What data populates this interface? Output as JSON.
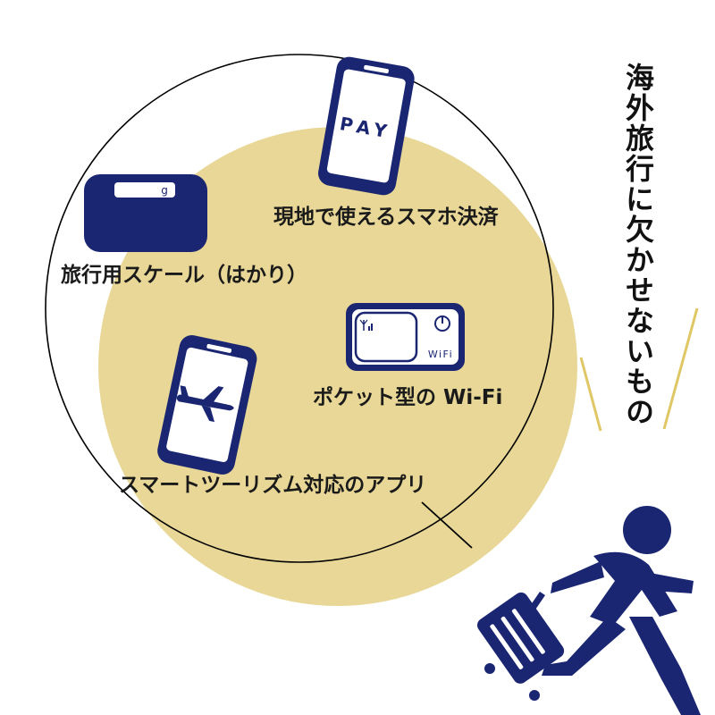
{
  "title": "海外旅行に欠かせないもの",
  "items": {
    "payment": {
      "label": "現地で使えるスマホ決済",
      "screen_text": "PAY"
    },
    "scale": {
      "label": "旅行用スケール（はかり）",
      "display_unit": "g"
    },
    "wifi": {
      "label": "ポケット型の Wi-Fi",
      "device_text": "WiFi"
    },
    "app": {
      "label": "スマートツーリズム対応のアプリ"
    }
  },
  "colors": {
    "circle_fill": "#E8D796",
    "navy": "#1A2672",
    "line": "#000000",
    "text": "#1A1A1A"
  },
  "icons": [
    "phone-pay-icon",
    "luggage-scale-icon",
    "pocket-wifi-icon",
    "phone-airplane-icon",
    "traveler-with-suitcase-icon",
    "speed-lines-icon"
  ]
}
